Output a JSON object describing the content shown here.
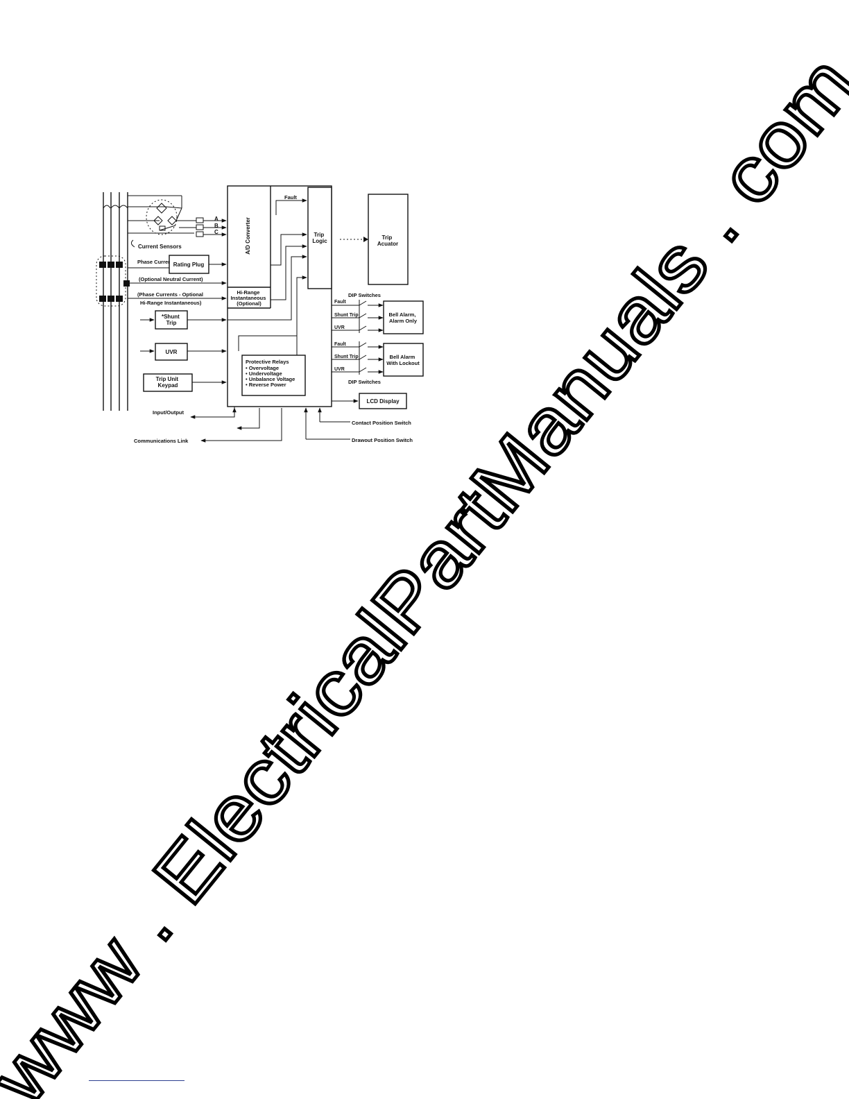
{
  "diagram": {
    "current_sensors": "Current Sensors",
    "phase_labels": [
      "A",
      "B",
      "C"
    ],
    "phase_current": "Phase Current",
    "rating_plug": "Rating Plug",
    "optional_neutral": "(Optional Neutral Current)",
    "phase_currents_optional": "(Phase Currents - Optional",
    "hi_range_instantaneous_input": "Hi-Range Instantaneous)",
    "ad_converter": "A/D Converter",
    "hi_range_box": [
      "Hi-Range",
      "Instantaneous",
      "(Optional)"
    ],
    "fault": "Fault",
    "trip_logic": [
      "Trip",
      "Logic"
    ],
    "trip_actuator": [
      "Trip",
      "Acuator"
    ],
    "dip_switches_top": "DIP Switches",
    "dip_switches_bottom": "DIP Switches",
    "switch_labels_top": [
      "Fault",
      "Shunt Trip",
      "UVR"
    ],
    "switch_labels_bottom": [
      "Fault",
      "Shunt Trip",
      "UVR"
    ],
    "bell_alarm_only": [
      "Bell Alarm,",
      "Alarm Only"
    ],
    "bell_alarm_lockout": [
      "Bell Alarm",
      "With Lockout"
    ],
    "shunt_trip": [
      "*Shunt",
      "Trip"
    ],
    "uvr": "UVR",
    "trip_unit_keypad": [
      "Trip Unit",
      "Keypad"
    ],
    "protective_relays": [
      "Protective Relays",
      "• Overvoltage",
      "• Undervoltage",
      "• Unbalance Voltage",
      "• Reverse Power"
    ],
    "lcd_display": "LCD Display",
    "input_output": "Input/Output",
    "communications_link": "Communications Link",
    "contact_position_switch": "Contact Position Switch",
    "drawout_position_switch": "Drawout Position Switch"
  },
  "watermark": "www . ElectricalPartManuals . com"
}
